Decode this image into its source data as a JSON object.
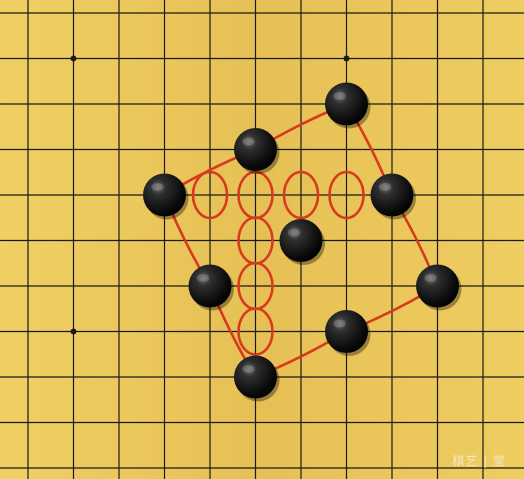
{
  "board": {
    "background": "#e9c45a",
    "grid_color": "#1a1a1a",
    "boundary_color": "#d63b1f",
    "stone_color": "black"
  },
  "stones": [
    {
      "name": "stone-1",
      "col": 7,
      "row": 2
    },
    {
      "name": "stone-2",
      "col": 5,
      "row": 3
    },
    {
      "name": "stone-3",
      "col": 3,
      "row": 4
    },
    {
      "name": "stone-4",
      "col": 8,
      "row": 4
    },
    {
      "name": "stone-5",
      "col": 6,
      "row": 5
    },
    {
      "name": "stone-6",
      "col": 4,
      "row": 6
    },
    {
      "name": "stone-7",
      "col": 9,
      "row": 6
    },
    {
      "name": "stone-8",
      "col": 7,
      "row": 7
    },
    {
      "name": "stone-9",
      "col": 5,
      "row": 8
    }
  ],
  "eye_markers": [
    {
      "col": 4,
      "row": 4
    },
    {
      "col": 5,
      "row": 4
    },
    {
      "col": 6,
      "row": 4
    },
    {
      "col": 7,
      "row": 4
    },
    {
      "col": 5,
      "row": 5
    },
    {
      "col": 5,
      "row": 6
    },
    {
      "col": 5,
      "row": 7
    }
  ],
  "star_points": [
    {
      "col": 1,
      "row": 1
    },
    {
      "col": 7,
      "row": 1
    },
    {
      "col": 1,
      "row": 7
    }
  ],
  "boundary_order": [
    "stone-1",
    "stone-4",
    "stone-7",
    "stone-8",
    "stone-9",
    "stone-6",
    "stone-3",
    "stone-2",
    "stone-1"
  ],
  "watermark": "棋艺 | 堂"
}
